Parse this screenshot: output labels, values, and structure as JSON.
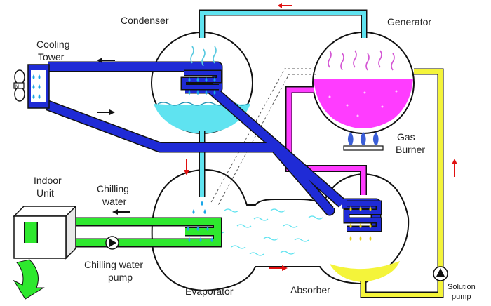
{
  "labels": {
    "condenser": "Condenser",
    "generator": "Generator",
    "cooling_tower_line1": "Cooling",
    "cooling_tower_line2": "Tower",
    "gas_burner_line1": "Gas",
    "gas_burner_line2": "Burner",
    "indoor_unit_line1": "Indoor",
    "indoor_unit_line2": "Unit",
    "chilling_water_line1": "Chilling",
    "chilling_water_line2": "water",
    "chilling_water_pump_line1": "Chilling water",
    "chilling_water_pump_line2": "pump",
    "evaporator": "Evaporator",
    "absorber": "Absorber",
    "solution_pump_line1": "Solution",
    "solution_pump_line2": "pump"
  },
  "colors": {
    "cooling_water": "#1f2bd6",
    "refrigerant_water": "#5fe3f0",
    "strong_solution": "#ff3cff",
    "weak_solution": "#f4f43a",
    "chilled_water": "#2ee82e",
    "flow_arrow": "#e01010",
    "droplet": "#1aa7e8",
    "vapor_generator": "#d455d4",
    "vapor_condenser": "#58c9e0",
    "burner_flame": "#3a5ed8"
  },
  "icons": {
    "fan": "fan-icon",
    "chilling_pump": "pump-icon",
    "solution_pump": "pump-icon",
    "burner": "flame-icon",
    "outflow": "curved-arrow-icon"
  }
}
